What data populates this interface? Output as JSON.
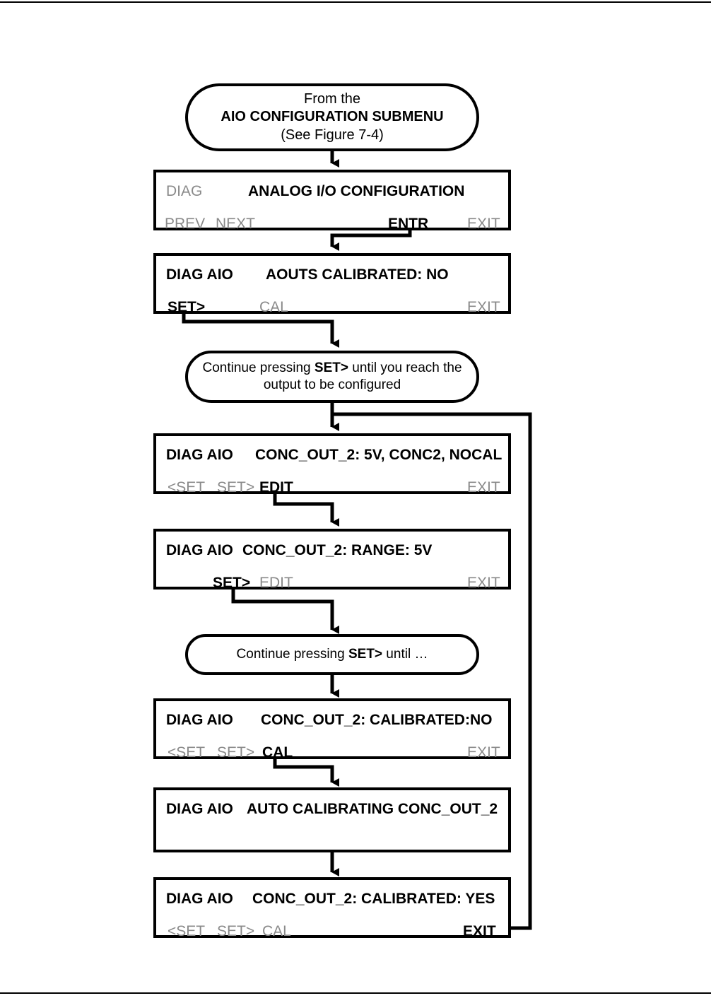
{
  "diagram": {
    "type": "flowchart",
    "title_reference": "Analog I/O Configuration / Output Calibration menu flow",
    "start": {
      "line1": "From the",
      "line2": "AIO CONFIGURATION SUBMENU",
      "line3": "(See Figure 7-4)"
    },
    "notes": [
      {
        "id": "note-set-until-output",
        "line1_a": "Continue pressing ",
        "line1_b": "SET>",
        "line1_c": " until you reach the",
        "line2": "output to be configured"
      },
      {
        "id": "note-set-until",
        "line1_a": "Continue pressing ",
        "line1_b": "SET>",
        "line1_c": " until …"
      }
    ],
    "panels": [
      {
        "id": "panel-analog-io-config",
        "menu_label": "DIAG",
        "menu_label_state": "dim",
        "message": "ANALOG I/O CONFIGURATION",
        "buttons": [
          {
            "label": "PREV",
            "state": "dim"
          },
          {
            "label": "NEXT",
            "state": "dim"
          },
          {
            "label": "ENTR",
            "state": "active"
          },
          {
            "label": "EXIT",
            "state": "dim"
          }
        ]
      },
      {
        "id": "panel-aouts-calibrated",
        "menu_label": "DIAG AIO",
        "menu_label_state": "active",
        "message": "AOUTS CALIBRATED: NO",
        "buttons": [
          {
            "label": "SET>",
            "state": "active"
          },
          {
            "label": "CAL",
            "state": "dim"
          },
          {
            "label": "EXIT",
            "state": "dim"
          }
        ]
      },
      {
        "id": "panel-conc-out-2-summary",
        "menu_label": "DIAG AIO",
        "menu_label_state": "active",
        "message": "CONC_OUT_2: 5V, CONC2, NOCAL",
        "buttons": [
          {
            "label": "<SET",
            "state": "dim"
          },
          {
            "label": "SET>",
            "state": "dim"
          },
          {
            "label": "EDIT",
            "state": "active"
          },
          {
            "label": "EXIT",
            "state": "dim"
          }
        ]
      },
      {
        "id": "panel-conc-out-2-range",
        "menu_label": "DIAG AIO",
        "menu_label_state": "active",
        "message": "CONC_OUT_2: RANGE: 5V",
        "buttons": [
          {
            "label": "SET>",
            "state": "active"
          },
          {
            "label": "EDIT",
            "state": "dim"
          },
          {
            "label": "EXIT",
            "state": "dim"
          }
        ]
      },
      {
        "id": "panel-conc-out-2-calibrated-no",
        "menu_label": "DIAG AIO",
        "menu_label_state": "active",
        "message": "CONC_OUT_2: CALIBRATED:NO",
        "buttons": [
          {
            "label": "<SET",
            "state": "dim"
          },
          {
            "label": "SET>",
            "state": "dim"
          },
          {
            "label": "CAL",
            "state": "active"
          },
          {
            "label": "EXIT",
            "state": "dim"
          }
        ]
      },
      {
        "id": "panel-auto-calibrating",
        "menu_label": "DIAG AIO",
        "menu_label_state": "active",
        "message": "AUTO CALIBRATING CONC_OUT_2",
        "buttons": []
      },
      {
        "id": "panel-conc-out-2-calibrated-yes",
        "menu_label": "DIAG AIO",
        "menu_label_state": "active",
        "message": "CONC_OUT_2: CALIBRATED: YES",
        "buttons": [
          {
            "label": "<SET",
            "state": "dim"
          },
          {
            "label": "SET>",
            "state": "dim"
          },
          {
            "label": "CAL",
            "state": "dim"
          },
          {
            "label": "EXIT",
            "state": "active"
          }
        ]
      }
    ],
    "colors": {
      "stroke": "#000000",
      "active_text": "#000000",
      "dim_text": "#8a8a8a",
      "background": "#ffffff"
    }
  }
}
